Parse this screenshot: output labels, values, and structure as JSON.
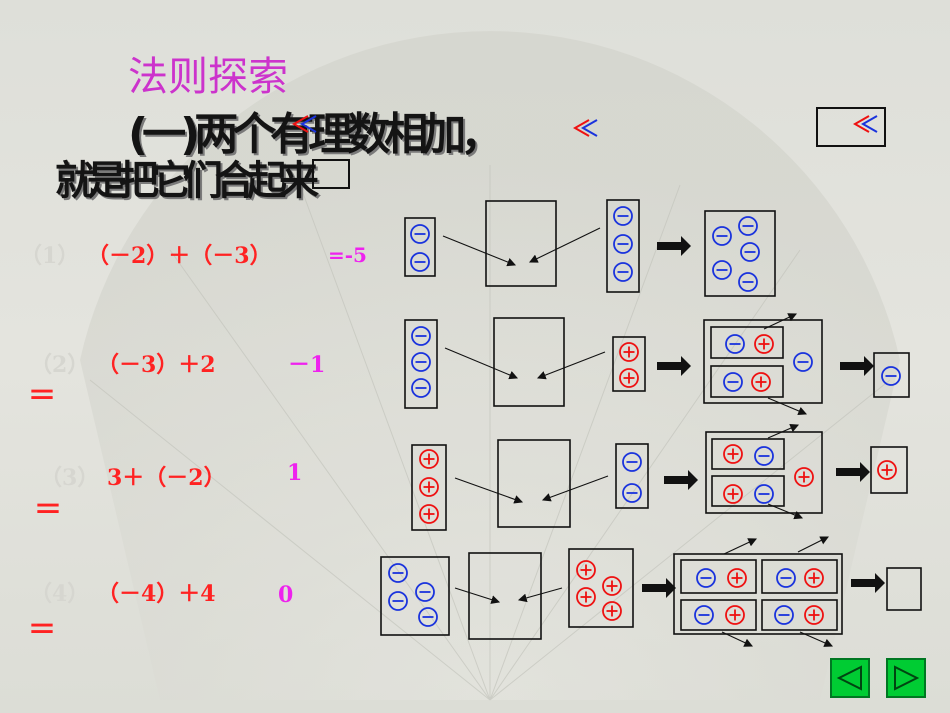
{
  "title": "法则探索",
  "ghost_line1": "(一)两个有理数相加，",
  "ghost_line2": "就是把它们合起来",
  "ghost_paren": "()",
  "problems": [
    {
      "index": "（1）",
      "expr": "（－2）＋（－3）",
      "answer": "=-5",
      "eq": ""
    },
    {
      "index": "（2）",
      "expr": "（－3）＋2",
      "answer": "－1",
      "eq": "＝"
    },
    {
      "index": "（3）",
      "expr": "3＋（－2）",
      "answer": "1",
      "eq": "＝"
    },
    {
      "index": "（4）",
      "expr": "（－4）＋4",
      "answer": "0",
      "eq": "＝"
    }
  ],
  "symbols": {
    "negative": "⊖",
    "positive": "⊕"
  },
  "colors": {
    "title": "#cc33cc",
    "problem": "#ff2222",
    "answer": "#ee22ee",
    "negative": "#1a33dd",
    "positive": "#ee1111",
    "nav": "#00cc33"
  },
  "nav": {
    "prev": "previous-triangle-icon",
    "next": "next-triangle-icon"
  }
}
